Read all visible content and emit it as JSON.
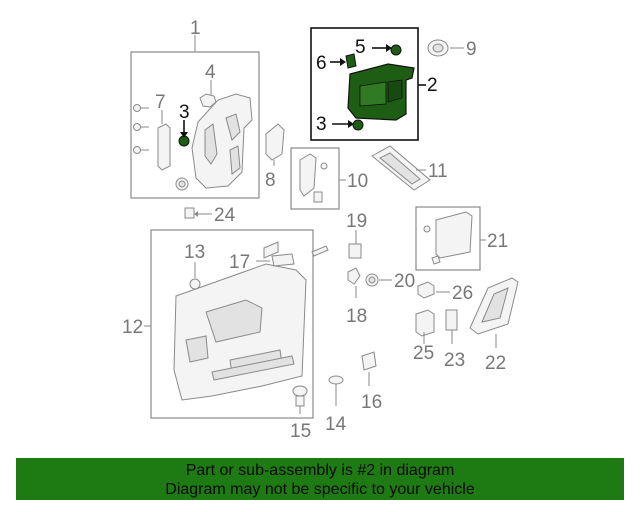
{
  "callouts": {
    "c1": "1",
    "c2": "2",
    "c3a": "3",
    "c3b": "3",
    "c4": "4",
    "c5": "5",
    "c6": "6",
    "c7": "7",
    "c8": "8",
    "c9": "9",
    "c10": "10",
    "c11": "11",
    "c12": "12",
    "c13": "13",
    "c14": "14",
    "c15": "15",
    "c16": "16",
    "c17": "17",
    "c18": "18",
    "c19": "19",
    "c20": "20",
    "c21": "21",
    "c22": "22",
    "c23": "23",
    "c24": "24",
    "c25": "25",
    "c26": "26"
  },
  "banner": {
    "line1": "Part or sub-assembly is #2 in diagram",
    "line2": "Diagram may not be specific to your vehicle"
  },
  "colors": {
    "highlight": "#1e5e14",
    "banner_bg": "#1e7a12"
  }
}
